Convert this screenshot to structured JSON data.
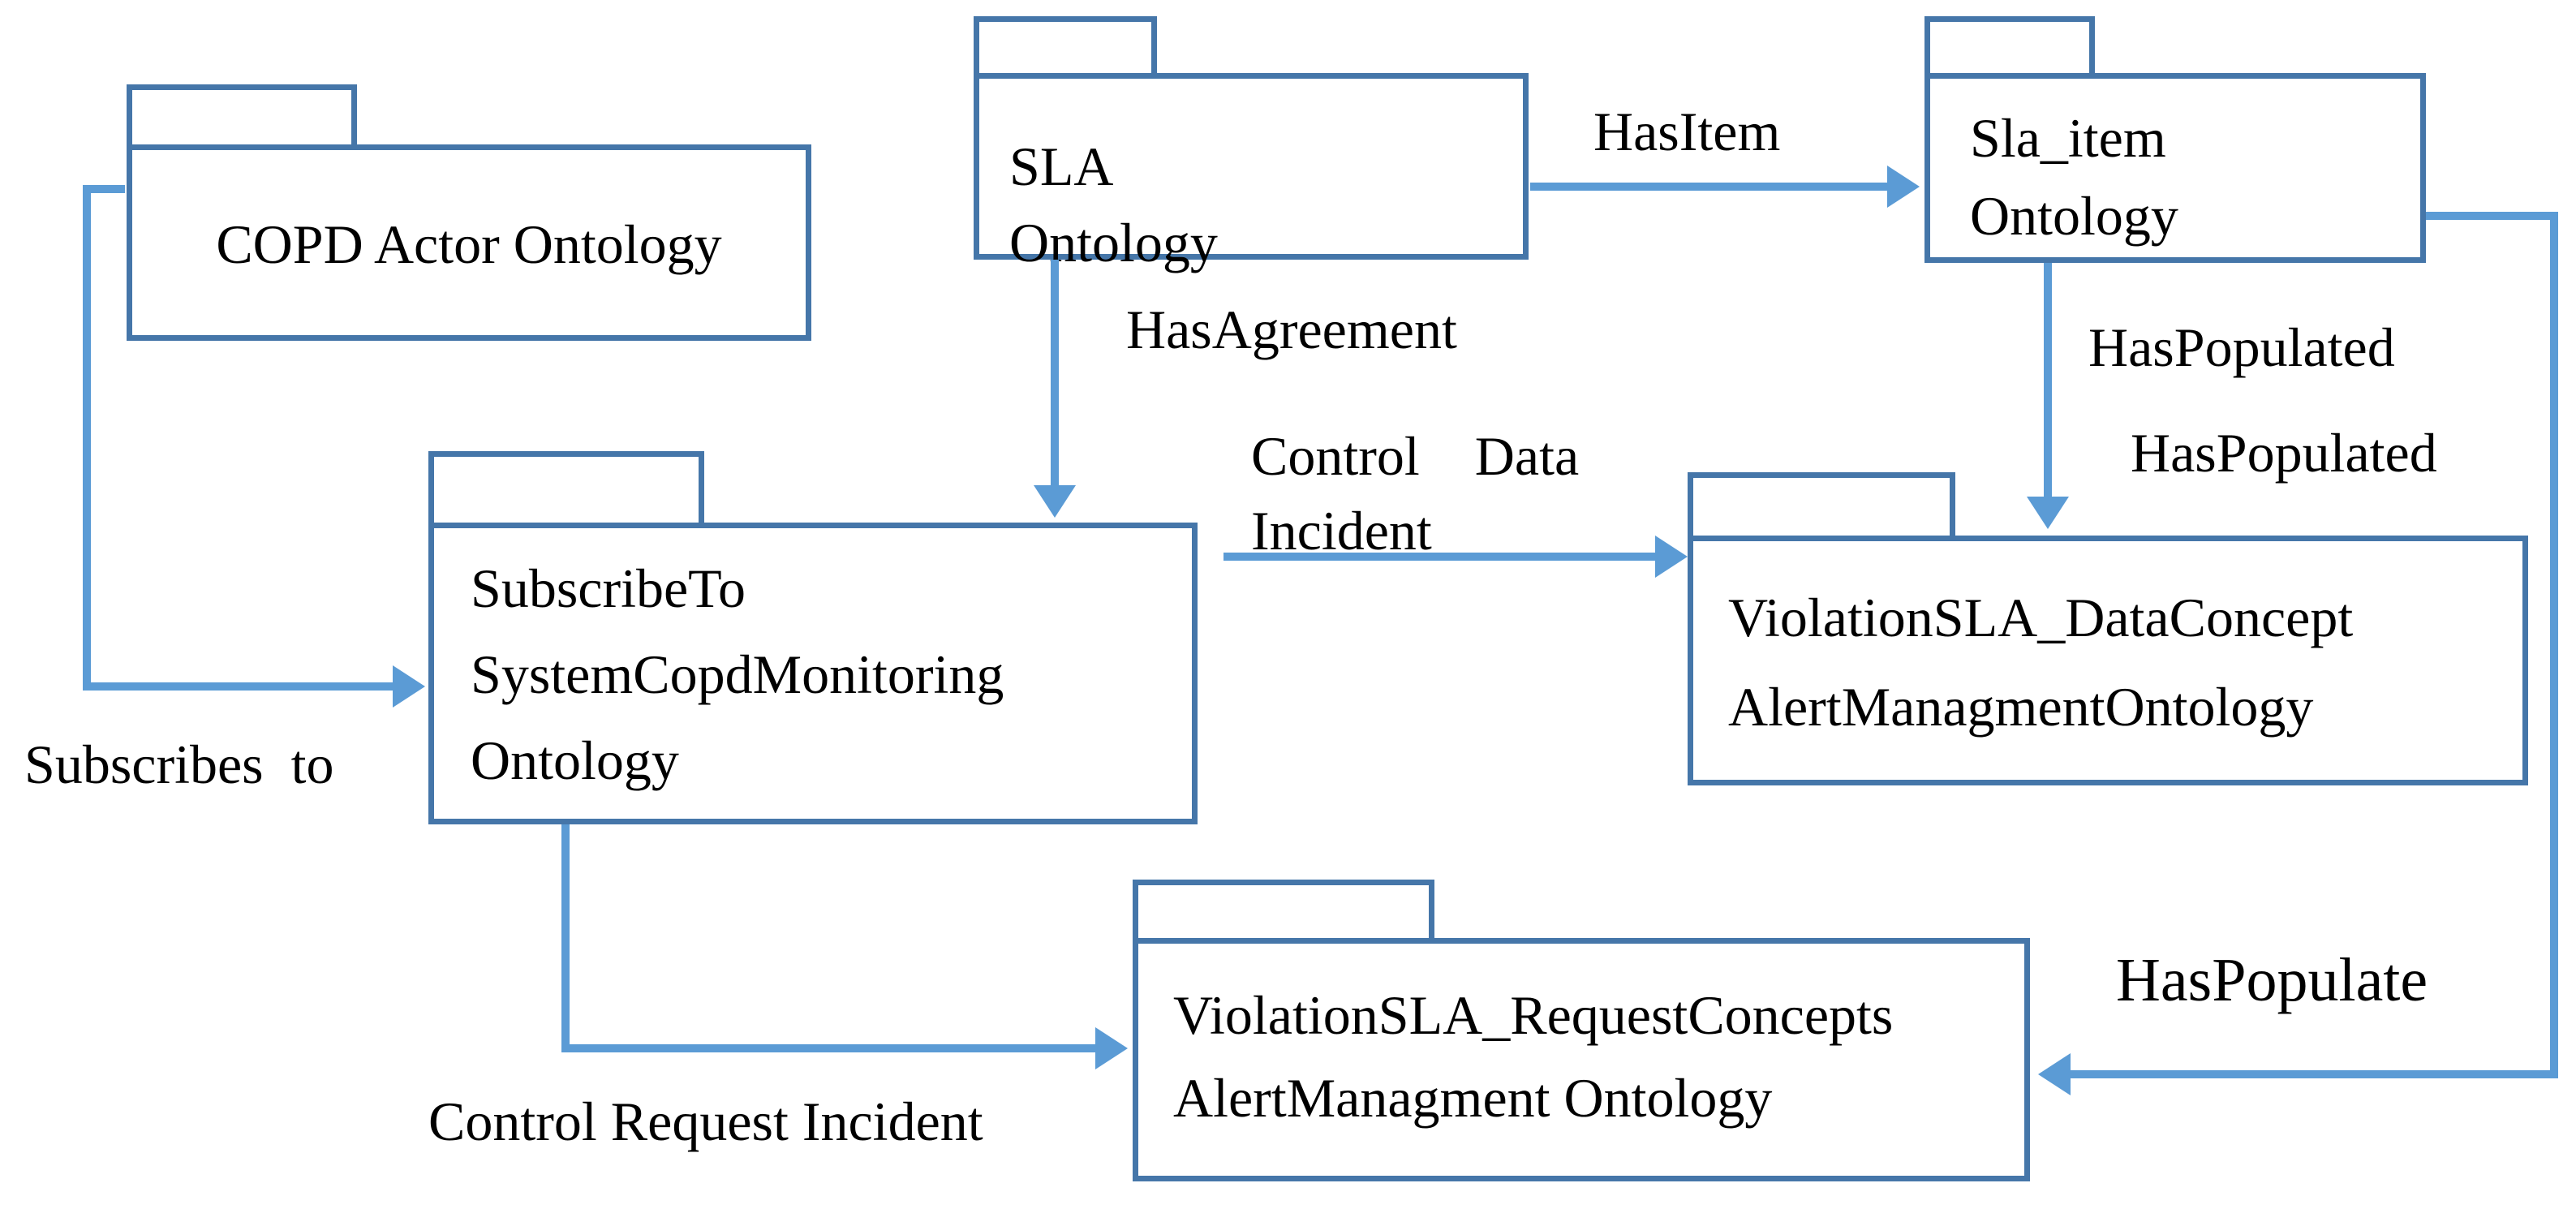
{
  "diagram": {
    "title": "Ontology package relationship diagram",
    "packages": [
      {
        "id": "copd-actor-ontology",
        "label": "COPD Actor Ontology"
      },
      {
        "id": "sla-ontology",
        "label": "SLA Ontology"
      },
      {
        "id": "sla-item-ontology",
        "label": "Sla_item\nOntology"
      },
      {
        "id": "subscribeto-system-copd",
        "label": "SubscribeTo\nSystemCopdMonitoring\nOntology"
      },
      {
        "id": "violation-sla-data",
        "label": "ViolationSLA_DataConcept\nAlertManagmentOntology"
      },
      {
        "id": "violation-sla-request",
        "label": "ViolationSLA_RequestConcepts\nAlertManagment Ontology"
      }
    ],
    "edge_labels": {
      "subscribes_to": "Subscribes  to",
      "has_item": "HasItem",
      "has_agreement": "HasAgreement",
      "has_populated_1": "HasPopulated",
      "has_populated_2": "HasPopulated",
      "control_data_incident": "Control    Data\nIncident",
      "control_request_incident": "Control Request Incident",
      "has_populate": "HasPopulate"
    },
    "colors": {
      "connector": "#5b9bd5",
      "package_border": "#4576a9",
      "text": "#000000",
      "background": "#ffffff"
    }
  }
}
